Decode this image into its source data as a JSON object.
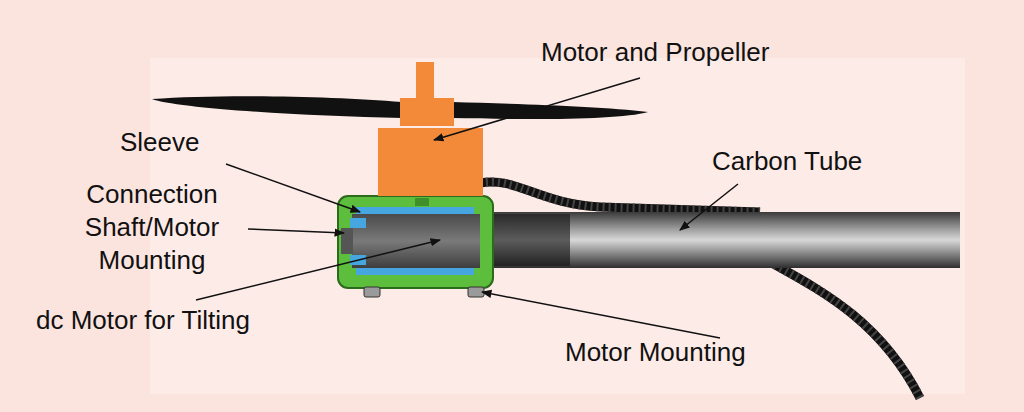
{
  "diagram": {
    "labels": [
      "Motor and Propeller",
      "Sleeve",
      "Connection Shaft/Motor Mounting",
      "Carbon Tube",
      "dc Motor for Tilting",
      "Motor Mounting"
    ]
  }
}
